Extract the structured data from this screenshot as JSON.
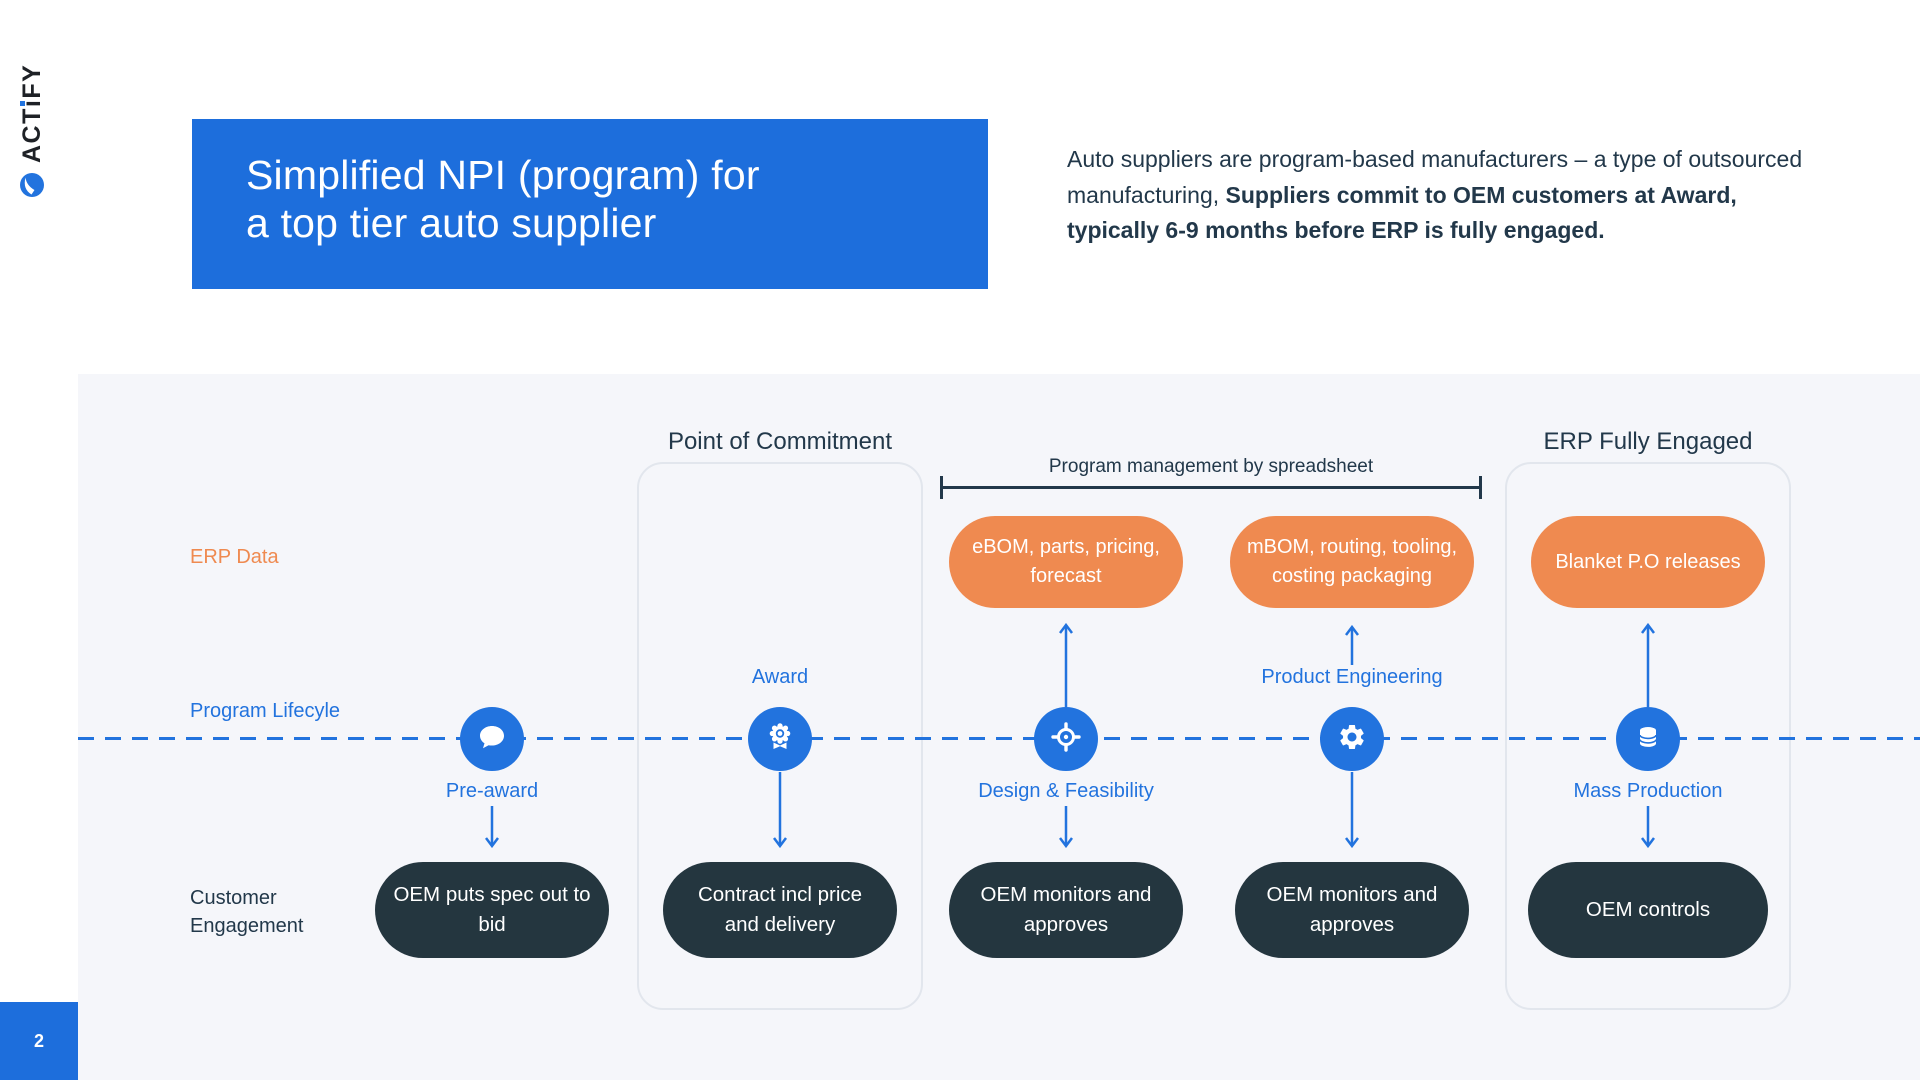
{
  "logo": {
    "brand_pre": "ACT",
    "brand_i": "ı",
    "brand_post": "FY"
  },
  "page_number": "2",
  "header": {
    "title_line1": "Simplified NPI (program) for",
    "title_line2": "a top tier auto supplier",
    "intro_normal": "Auto suppliers are program-based manufacturers – a type of outsourced manufacturing,  ",
    "intro_bold": "Suppliers commit to OEM customers at Award, typically 6-9 months before ERP is fully engaged."
  },
  "diagram": {
    "stage_labels": {
      "point_of_commitment": "Point of Commitment",
      "erp_fully_engaged": "ERP Fully Engaged"
    },
    "bracket_label": "Program management by spreadsheet",
    "row_labels": {
      "erp_data": "ERP Data",
      "program_lifecycle": "Program Lifecyle",
      "customer_engagement": "Customer Engagement"
    },
    "erp_pills": [
      {
        "text": "eBOM, parts, pricing, forecast"
      },
      {
        "text": "mBOM, routing, tooling, costing packaging"
      },
      {
        "text": "Blanket P.O releases"
      }
    ],
    "milestones": [
      {
        "label": "Pre-award",
        "icon": "chat-icon",
        "engagement": "OEM puts spec out to bid"
      },
      {
        "label": "Award",
        "icon": "award-icon",
        "engagement": "Contract incl price and delivery"
      },
      {
        "label": "Design & Feasibility",
        "icon": "target-icon",
        "engagement": "OEM monitors and approves"
      },
      {
        "label": "Product Engineering",
        "icon": "gear-icon",
        "engagement": "OEM monitors and approves"
      },
      {
        "label": "Mass Production",
        "icon": "database-icon",
        "engagement": "OEM controls"
      }
    ]
  },
  "colors": {
    "primary_blue": "#1D6EDC",
    "accent_blue": "#2273DE",
    "orange": "#EF8A50",
    "dark_pill": "#24363F",
    "navy_text": "#22384A",
    "panel_bg": "#F5F6FA"
  }
}
